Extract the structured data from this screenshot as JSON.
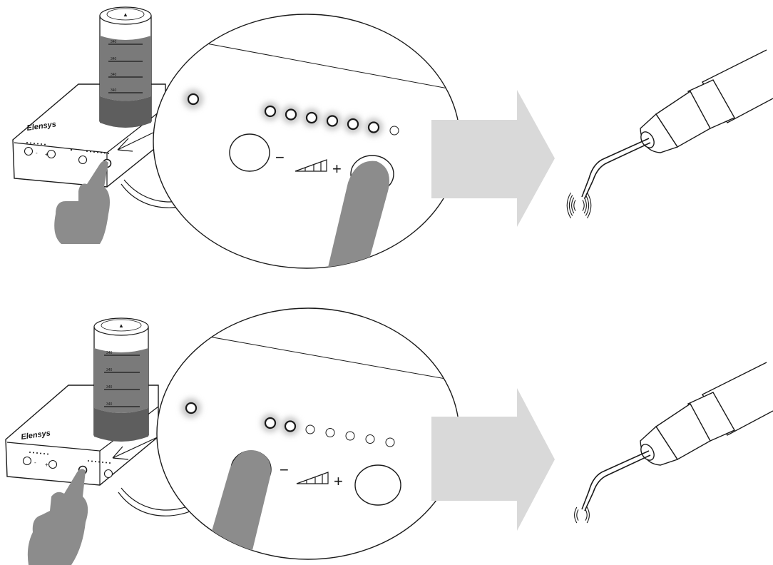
{
  "steps": [
    {
      "id": "increase-power",
      "brand": "Elensys",
      "bottle_markings": [
        "340",
        "340",
        "340",
        "340"
      ],
      "leds_lit": 6,
      "leds_total": 7,
      "pressed_button": "plus",
      "vibration_waves": 4
    },
    {
      "id": "decrease-power",
      "brand": "Elensys",
      "bottle_markings": [
        "340",
        "340",
        "340",
        "340"
      ],
      "leds_lit": 2,
      "leds_total": 7,
      "pressed_button": "minus",
      "vibration_waves": 2
    }
  ],
  "labels": {
    "minus": "−",
    "plus": "+",
    "small_minus": "-",
    "small_plus": "+"
  },
  "colors": {
    "line": "#1a1a1a",
    "finger": "#8c8c8c",
    "liquid": "#7a7a7a",
    "arrow": "#d9d9d9",
    "glow": "#c8c8c8"
  },
  "icons": [
    "ultrasonic-scaler-device",
    "hand-pointer-icon",
    "power-level-ramp-icon",
    "right-arrow-icon",
    "scaler-handpiece-icon",
    "vibration-icon"
  ]
}
